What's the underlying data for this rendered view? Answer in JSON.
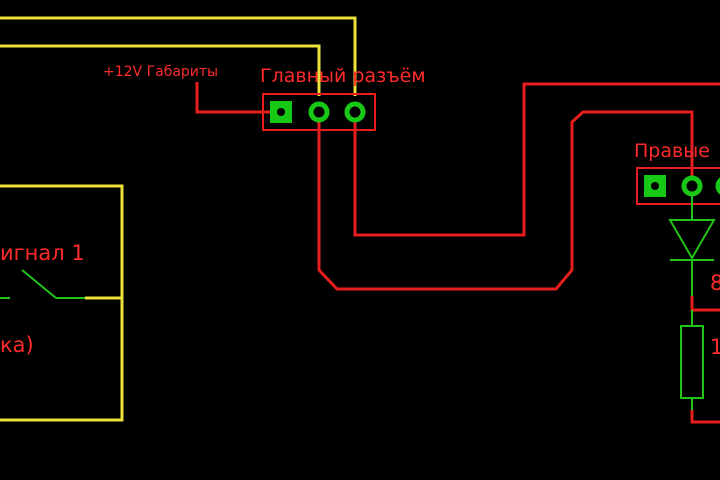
{
  "labels": {
    "gabarity": "+12V Габариты",
    "main_connector": "Главный разъём",
    "right_connector": "Правые",
    "signal": "игнал 1",
    "bracket_text": "ка)",
    "right_value_1": "8",
    "right_value_2": "1"
  },
  "colors": {
    "background": "#000000",
    "copper": "#e81e1e",
    "wire": "#ece23a",
    "silkscreen": "#22c41a",
    "text": "#ff2a2a"
  }
}
